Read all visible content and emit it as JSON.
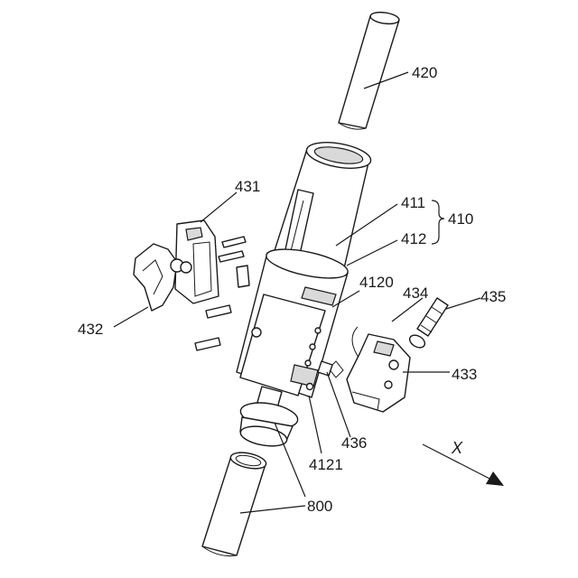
{
  "labels": {
    "l420": "420",
    "l411": "411",
    "l410": "410",
    "l412": "412",
    "l431": "431",
    "l4120": "4120",
    "l434": "434",
    "l435": "435",
    "l432": "432",
    "l433": "433",
    "l436": "436",
    "l4121": "4121",
    "l800": "800",
    "axis_x": "X"
  }
}
